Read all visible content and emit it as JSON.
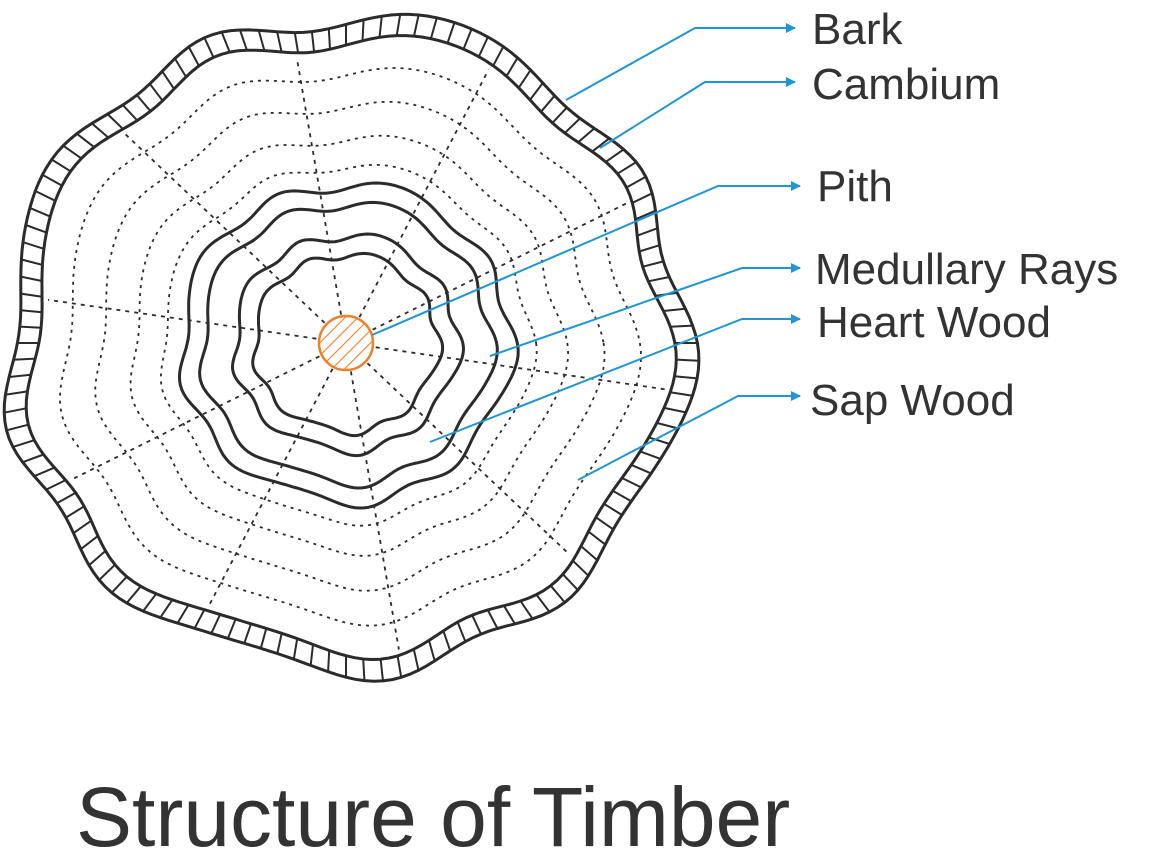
{
  "title": "Structure of Timber",
  "labels": {
    "bark": "Bark",
    "cambium": "Cambium",
    "pith": "Pith",
    "medullary_rays": "Medullary Rays",
    "heart_wood": "Heart Wood",
    "sap_wood": "Sap Wood"
  },
  "colors": {
    "leader_line": "#1e96d6",
    "pith": "#f07f2a",
    "outline": "#2b2b2b",
    "text": "#333333"
  }
}
